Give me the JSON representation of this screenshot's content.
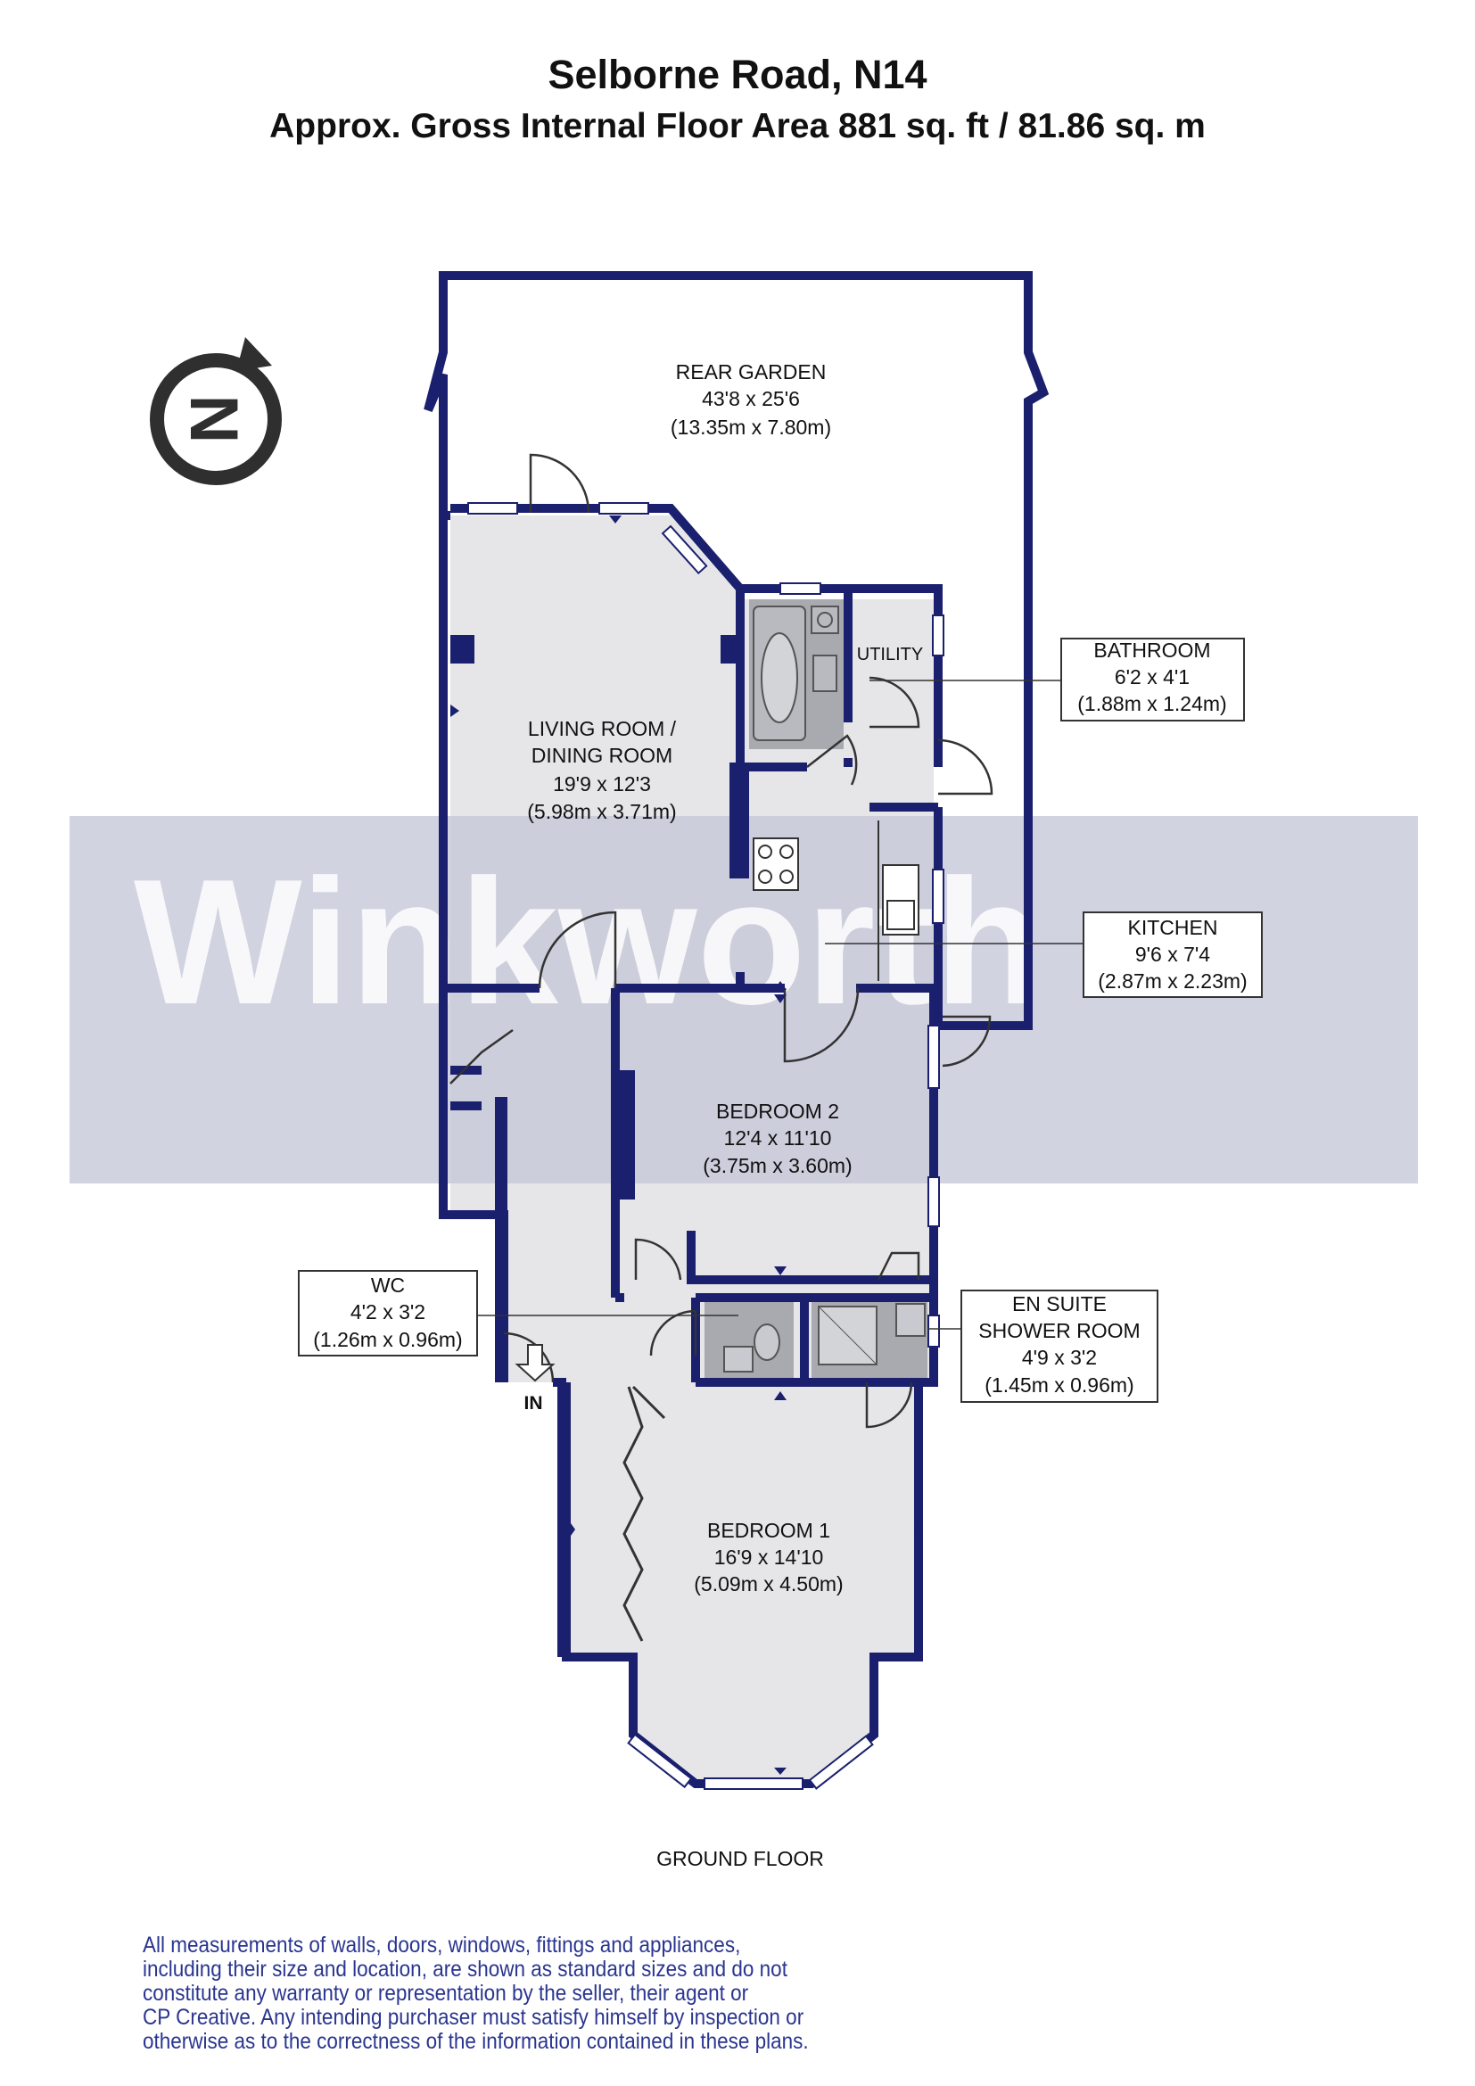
{
  "header": {
    "title": "Selborne Road, N14",
    "subtitle": "Approx. Gross Internal Floor Area 881 sq. ft / 81.86 sq. m"
  },
  "watermark": {
    "text": "Winkworth"
  },
  "rooms": {
    "rear_garden": {
      "name": "REAR GARDEN",
      "imperial": "43'8 x 25'6",
      "metric": "(13.35m x 7.80m)"
    },
    "living_room": {
      "name_line1": "LIVING ROOM /",
      "name_line2": "DINING ROOM",
      "imperial": "19'9 x 12'3",
      "metric": "(5.98m x 3.71m)"
    },
    "utility": {
      "name": "UTILITY"
    },
    "bathroom": {
      "name": "BATHROOM",
      "imperial": "6'2 x 4'1",
      "metric": "(1.88m x 1.24m)"
    },
    "kitchen": {
      "name": "KITCHEN",
      "imperial": "9'6 x 7'4",
      "metric": "(2.87m x 2.23m)"
    },
    "bedroom2": {
      "name": "BEDROOM 2",
      "imperial": "12'4 x 11'10",
      "metric": "(3.75m x 3.60m)"
    },
    "wc": {
      "name": "WC",
      "imperial": "4'2 x 3'2",
      "metric": "(1.26m x 0.96m)"
    },
    "ensuite": {
      "name_line1": "EN SUITE",
      "name_line2": "SHOWER ROOM",
      "imperial": "4'9 x 3'2",
      "metric": "(1.45m x 0.96m)"
    },
    "bedroom1": {
      "name": "BEDROOM 1",
      "imperial": "16'9 x 14'10",
      "metric": "(5.09m x 4.50m)"
    }
  },
  "entrance_label": "IN",
  "floor_label": "GROUND FLOOR",
  "compass": {
    "icon": "north-compass-icon",
    "letter": "N"
  },
  "colors": {
    "wall": "#1a1f6e",
    "fixture_fill": "#a9aab0",
    "room_fill": "#e6e6e8",
    "watermark_band": "#c5c7d8",
    "disclaimer_text": "#2a3590"
  },
  "disclaimer_lines": [
    "All measurements of walls, doors, windows, fittings and appliances,",
    "including their size and location, are shown as standard sizes and do not",
    "constitute any warranty or representation by the seller, their agent or",
    "CP Creative. Any intending purchaser must satisfy himself by inspection or",
    "otherwise as to the correctness of the information contained in these plans."
  ]
}
